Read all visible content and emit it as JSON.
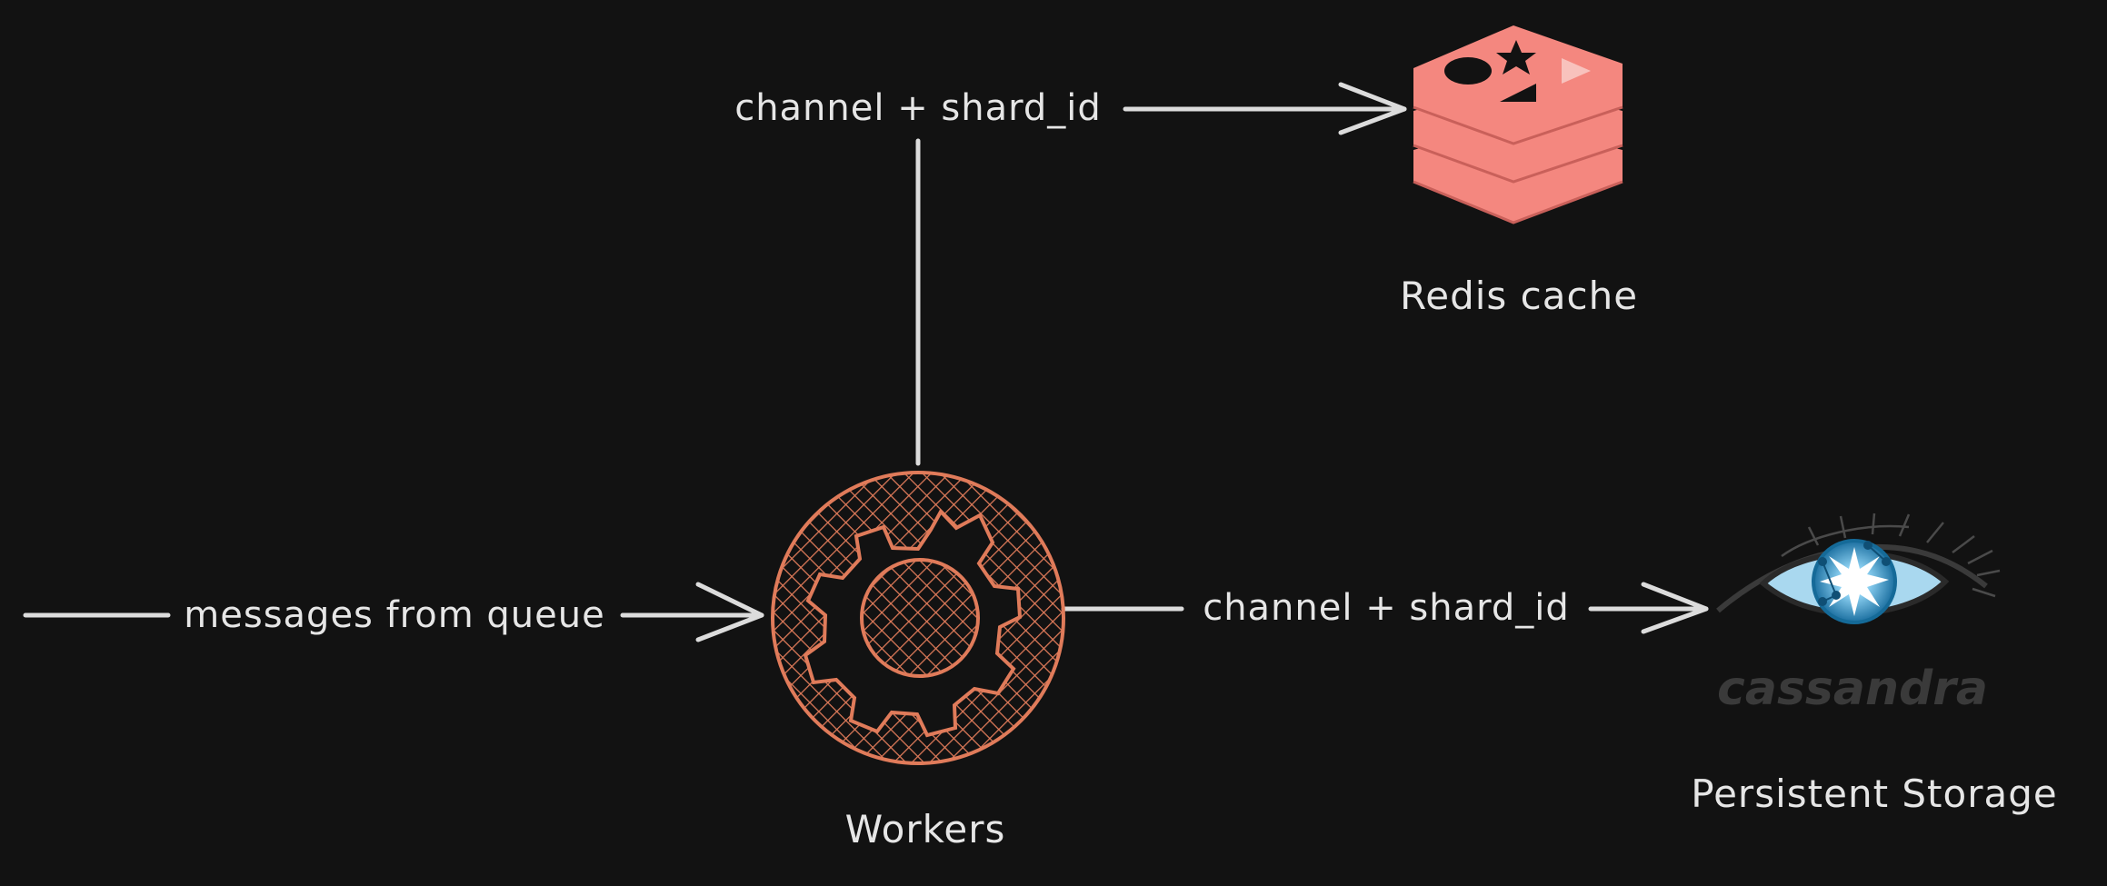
{
  "diagram": {
    "nodes": {
      "workers": {
        "label": "Workers",
        "icon": "gear-icon",
        "color": "#e07b5a"
      },
      "redis": {
        "label": "Redis cache",
        "icon": "redis-stack-icon",
        "color": "#f4877f"
      },
      "cassandra": {
        "label": "Persistent Storage",
        "icon": "cassandra-eye-icon",
        "logo_text": "cassandra",
        "color": "#1b8fc4"
      }
    },
    "edges": {
      "queue_to_workers": {
        "label": "messages from queue"
      },
      "workers_to_redis": {
        "label": "channel + shard_id"
      },
      "workers_to_cassandra": {
        "label": "channel + shard_id"
      }
    }
  }
}
